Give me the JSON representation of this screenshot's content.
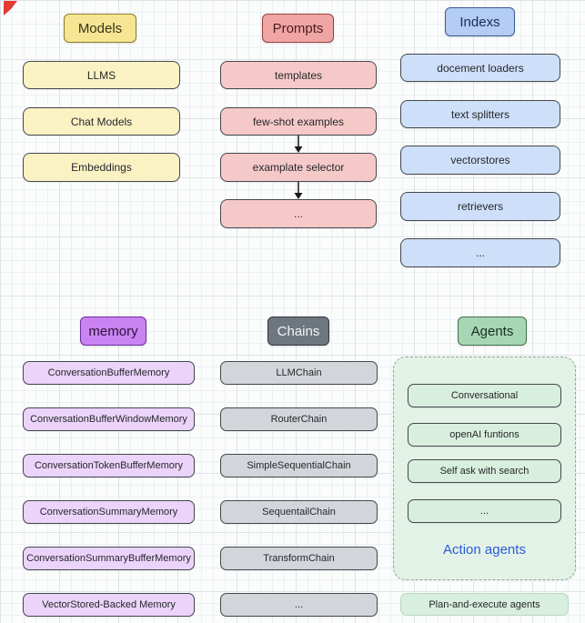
{
  "models": {
    "title": "Models",
    "items": [
      "LLMS",
      "Chat Models",
      "Embeddings"
    ]
  },
  "prompts": {
    "title": "Prompts",
    "items": [
      "templates",
      "few-shot examples",
      "examplate selector",
      "..."
    ]
  },
  "indexs": {
    "title": "Indexs",
    "items": [
      "docement loaders",
      "text splitters",
      "vectorstores",
      "retrievers",
      "..."
    ]
  },
  "memory": {
    "title": "memory",
    "items": [
      "ConversationBufferMemory",
      "ConversationBufferWindowMemory",
      "ConversationTokenBufferMemory",
      "ConversationSummaryMemory",
      "ConversationSummaryBufferMemory",
      "VectorStored-Backed Memory"
    ]
  },
  "chains": {
    "title": "Chains",
    "items": [
      "LLMChain",
      "RouterChain",
      "SimpleSequentialChain",
      "SequentailChain",
      "TransformChain",
      "..."
    ]
  },
  "agents": {
    "title": "Agents",
    "items": [
      "Conversational",
      "openAI funtions",
      "Self ask with search",
      "..."
    ],
    "container_label": "Action agents",
    "footer_item": "Plan-and-execute agents"
  },
  "colors": {
    "models_header": "#F6E592",
    "models_item": "#FBF2C4",
    "prompts_header": "#F0A5A5",
    "prompts_item": "#F6C9C9",
    "indexs_header": "#B3CDF5",
    "indexs_item": "#CEDFF9",
    "memory_header": "#CA83F2",
    "memory_item": "#EBD3FA",
    "chains_header": "#6E7680",
    "chains_item": "#D2D5DA",
    "agents_header": "#A7D6B4",
    "agents_item": "#D8EEDE",
    "agents_container": "#E3F2E7",
    "action_agents_text": "#2B5BD7",
    "corner_mark": "#E23B30"
  }
}
